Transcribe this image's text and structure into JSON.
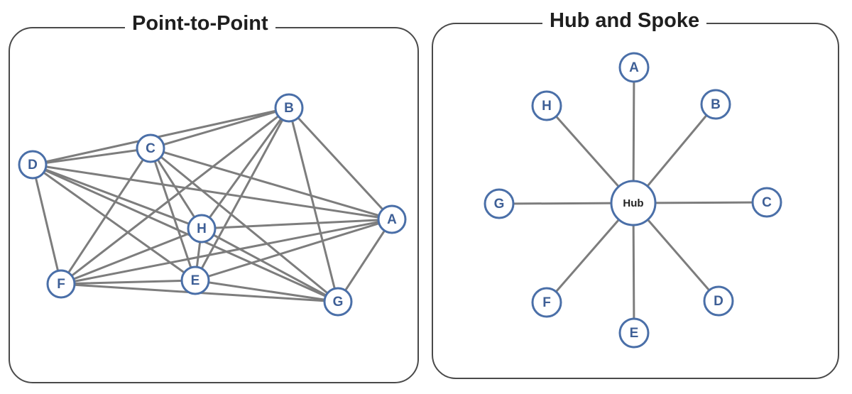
{
  "point_to_point": {
    "title": "Point-to-Point",
    "nodes": [
      "A",
      "B",
      "C",
      "D",
      "E",
      "F",
      "G",
      "H"
    ]
  },
  "hub_and_spoke": {
    "title": "Hub and Spoke",
    "hub_label": "Hub",
    "nodes": [
      "A",
      "B",
      "C",
      "D",
      "E",
      "F",
      "G",
      "H"
    ]
  },
  "colors": {
    "node_stroke": "#4a6fa8",
    "node_text": "#3e5f96",
    "edge": "#7d7d7d",
    "border": "#4a4a4a"
  }
}
